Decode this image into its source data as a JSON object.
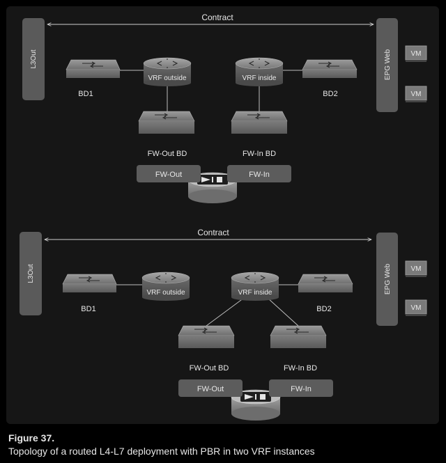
{
  "top": {
    "contract": "Contract",
    "l3out": "L3Out",
    "epg": "EPG Web",
    "vm1": "VM",
    "vm2": "VM",
    "bd1": "BD1",
    "bd2": "BD2",
    "vrf_outside": "VRF outside",
    "vrf_inside": "VRF inside",
    "fw_out_bd": "FW-Out BD",
    "fw_in_bd": "FW-In BD",
    "fw_out": "FW-Out",
    "fw_in": "FW-In"
  },
  "bottom": {
    "contract": "Contract",
    "l3out": "L3Out",
    "epg": "EPG Web",
    "vm1": "VM",
    "vm2": "VM",
    "bd1": "BD1",
    "bd2": "BD2",
    "vrf_outside": "VRF outside",
    "vrf_inside": "VRF inside",
    "fw_out_bd": "FW-Out BD",
    "fw_in_bd": "FW-In BD",
    "fw_out": "FW-Out",
    "fw_in": "FW-In"
  },
  "caption": {
    "figure": "Figure 37.",
    "text": "Topology of a routed L4-L7 deployment with PBR in two VRF instances"
  }
}
